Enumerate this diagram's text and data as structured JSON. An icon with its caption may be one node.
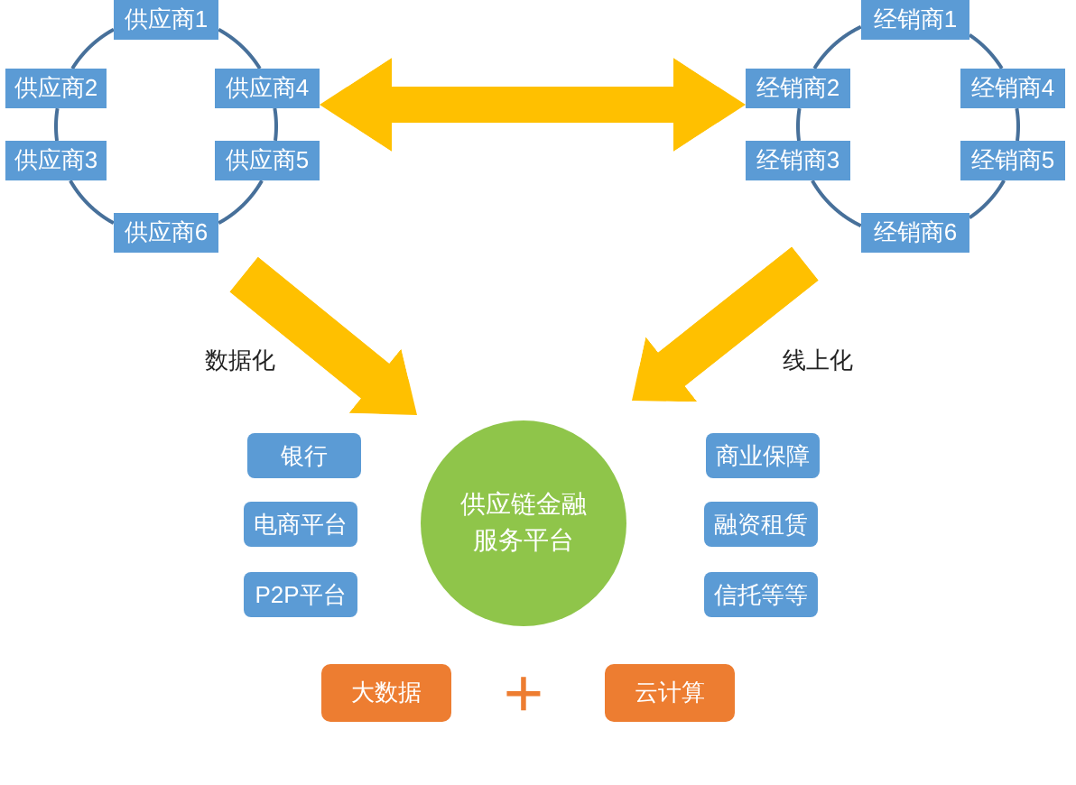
{
  "diagram": {
    "nodes": [
      {
        "text": [
          "供应商1"
        ]
      },
      {
        "text": [
          "供应商2"
        ]
      },
      {
        "text": [
          "供应商4"
        ]
      },
      {
        "text": [
          "供应商3"
        ]
      },
      {
        "text": [
          "供应商5"
        ]
      },
      {
        "text": [
          "供应商6"
        ]
      },
      {
        "text": [
          "经销商1"
        ]
      },
      {
        "text": [
          "经销商2"
        ]
      },
      {
        "text": [
          "经销商4"
        ]
      },
      {
        "text": [
          "经销商3"
        ]
      },
      {
        "text": [
          "经销商5"
        ]
      },
      {
        "text": [
          "经销商6"
        ]
      },
      {
        "text": [
          "银行"
        ]
      },
      {
        "text": [
          "电商平台"
        ]
      },
      {
        "text": [
          "P2P平台"
        ]
      },
      {
        "text": [
          "供应链金融服务平台"
        ]
      },
      {
        "text": [
          "商业保障"
        ]
      },
      {
        "text": [
          "融资租赁"
        ]
      },
      {
        "text": [
          "信托等等"
        ]
      },
      {
        "text": [
          "大数据"
        ]
      },
      {
        "text": [
          "云计算"
        ]
      }
    ],
    "edges": [
      {
        "from": 0,
        "to": 2,
        "arrow": "none"
      },
      {
        "from": 2,
        "to": 4,
        "arrow": "none"
      },
      {
        "from": 4,
        "to": 5,
        "arrow": "none"
      },
      {
        "from": 5,
        "to": 3,
        "arrow": "none"
      },
      {
        "from": 3,
        "to": 1,
        "arrow": "none"
      },
      {
        "from": 1,
        "to": 0,
        "arrow": "none"
      },
      {
        "from": 6,
        "to": 8,
        "arrow": "none"
      },
      {
        "from": 8,
        "to": 10,
        "arrow": "none"
      },
      {
        "from": 10,
        "to": 11,
        "arrow": "none"
      },
      {
        "from": 11,
        "to": 9,
        "arrow": "none"
      },
      {
        "from": 9,
        "to": 7,
        "arrow": "none"
      },
      {
        "from": 7,
        "to": 6,
        "arrow": "none"
      },
      {
        "from": 2,
        "to": 7,
        "arrow": "both",
        "style": "thick",
        "color": "#ffc000"
      },
      {
        "from": null,
        "to": 15,
        "arrow": "to",
        "label": "数据化",
        "style": "thick",
        "color": "#ffc000"
      },
      {
        "from": null,
        "to": 15,
        "arrow": "to",
        "label": "线上化",
        "style": "thick",
        "color": "#ffc000"
      }
    ],
    "labels": [
      "+"
    ]
  }
}
